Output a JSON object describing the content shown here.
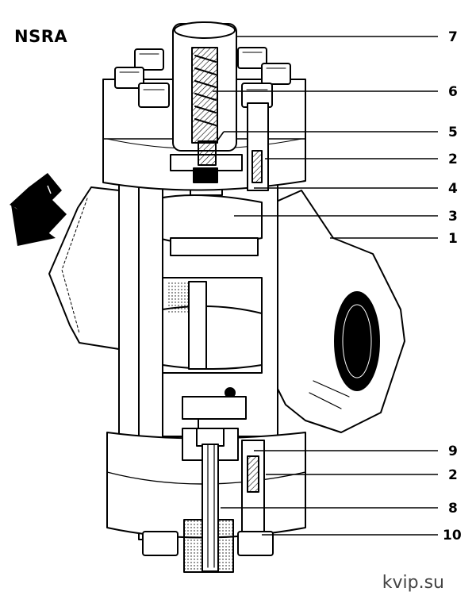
{
  "title": "NSRA",
  "watermark": "kvip.su",
  "callouts": [
    {
      "id": "7",
      "label": "7"
    },
    {
      "id": "6",
      "label": "6"
    },
    {
      "id": "5",
      "label": "5"
    },
    {
      "id": "2a",
      "label": "2"
    },
    {
      "id": "4",
      "label": "4"
    },
    {
      "id": "3",
      "label": "3"
    },
    {
      "id": "1",
      "label": "1"
    },
    {
      "id": "9",
      "label": "9"
    },
    {
      "id": "2b",
      "label": "2"
    },
    {
      "id": "8",
      "label": "8"
    },
    {
      "id": "10",
      "label": "10"
    }
  ],
  "icons": {
    "flow_arrow": "flow-direction-arrow-icon"
  }
}
